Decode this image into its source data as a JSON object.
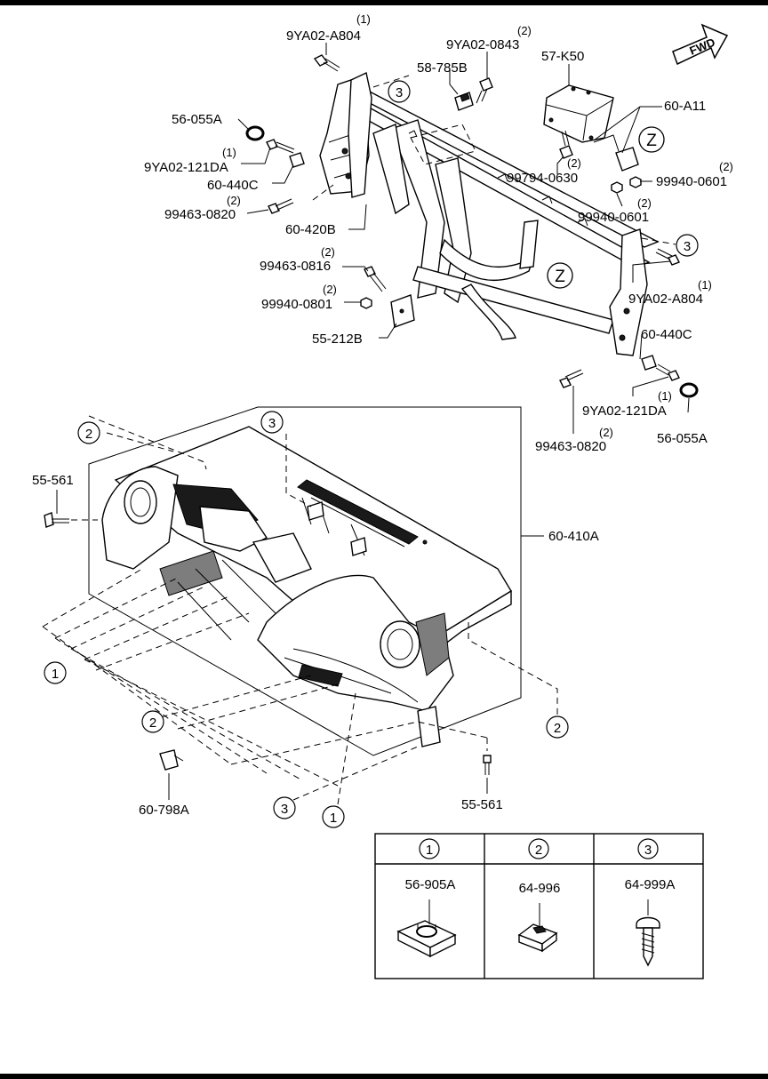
{
  "callouts": {
    "c1": "1",
    "c2": "2",
    "c3": "3",
    "z": "Z"
  },
  "fwd_label": "FWD",
  "parts": {
    "bolt_a804_top": {
      "code": "9YA02-A804",
      "qty": "(1)"
    },
    "bolt_0843": {
      "code": "9YA02-0843",
      "qty": "(2)"
    },
    "clip_785b": {
      "code": "58-785B"
    },
    "airbag": {
      "code": "57-K50"
    },
    "bracket_a11": {
      "code": "60-A11"
    },
    "grommet_left": {
      "code": "56-055A"
    },
    "bolt_121da_left": {
      "code": "9YA02-121DA",
      "qty": "(1)"
    },
    "collar_left": {
      "code": "60-440C"
    },
    "bolt_0820_left": {
      "code": "99463-0820",
      "qty": "(2)"
    },
    "beam": {
      "code": "60-420B"
    },
    "bolt_0630": {
      "code": "99794-0630",
      "qty": "(2)"
    },
    "nut_0601_right": {
      "code": "99940-0601",
      "qty": "(2)"
    },
    "nut_0601_mid": {
      "code": "99940-0601",
      "qty": "(2)"
    },
    "bolt_0816": {
      "code": "99463-0816",
      "qty": "(2)"
    },
    "nut_0801": {
      "code": "99940-0801",
      "qty": "(2)"
    },
    "bracket_212b": {
      "code": "55-212B"
    },
    "bolt_a804_right": {
      "code": "9YA02-A804",
      "qty": "(1)"
    },
    "collar_right": {
      "code": "60-440C"
    },
    "bolt_121da_right": {
      "code": "9YA02-121DA",
      "qty": "(1)"
    },
    "grommet_right": {
      "code": "56-055A"
    },
    "bolt_0820_right": {
      "code": "99463-0820",
      "qty": "(2)"
    },
    "screw_561_left": {
      "code": "55-561"
    },
    "panel": {
      "code": "60-410A"
    },
    "clip_798a": {
      "code": "60-798A"
    },
    "screw_561_bottom": {
      "code": "55-561"
    }
  },
  "legend": [
    {
      "num": "1",
      "code": "56-905A",
      "icon": "clip-nut-icon"
    },
    {
      "num": "2",
      "code": "64-996",
      "icon": "spring-nut-icon"
    },
    {
      "num": "3",
      "code": "64-999A",
      "icon": "tapping-screw-icon"
    }
  ]
}
